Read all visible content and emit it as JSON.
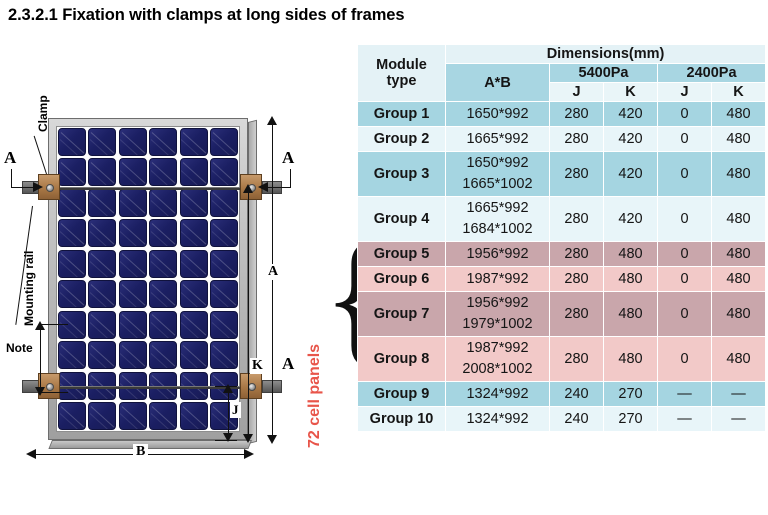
{
  "heading": "2.3.2.1 Fixation with clamps at long sides of frames",
  "diagram": {
    "labels": {
      "clamp": "Clamp",
      "mounting_rail": "Mounting rail",
      "note": "Note",
      "section_mark_left_top": "A",
      "section_mark_right_top": "A",
      "section_mark_right_bottom": "A",
      "dim_height": "A",
      "dim_width": "B",
      "dim_k": "K",
      "dim_j": "J",
      "panel_annotation": "72 cell panels"
    },
    "panel": {
      "columns": 6,
      "rows": 10
    },
    "colors": {
      "cell": "#1b1f63",
      "frame": "#bdbdbd",
      "clamp": "#a97846",
      "annotation_red": "#e8554a"
    }
  },
  "table": {
    "header": {
      "module_type": "Module type",
      "dimensions": "Dimensions(mm)",
      "ab": "A*B",
      "load_5400": "5400Pa",
      "load_2400": "2400Pa",
      "j": "J",
      "k": "K",
      "j2": "J",
      "k2": "K"
    },
    "rows": [
      {
        "group": "Group 1",
        "ab": [
          "1650*992"
        ],
        "j5400": "280",
        "k5400": "420",
        "j2400": "0",
        "k2400": "480",
        "tone": "blue-dark"
      },
      {
        "group": "Group 2",
        "ab": [
          "1665*992"
        ],
        "j5400": "280",
        "k5400": "420",
        "j2400": "0",
        "k2400": "480",
        "tone": "blue-lite"
      },
      {
        "group": "Group 3",
        "ab": [
          "1650*992",
          "1665*1002"
        ],
        "j5400": "280",
        "k5400": "420",
        "j2400": "0",
        "k2400": "480",
        "tone": "blue-dark"
      },
      {
        "group": "Group 4",
        "ab": [
          "1665*992",
          "1684*1002"
        ],
        "j5400": "280",
        "k5400": "420",
        "j2400": "0",
        "k2400": "480",
        "tone": "blue-lite"
      },
      {
        "group": "Group 5",
        "ab": [
          "1956*992"
        ],
        "j5400": "280",
        "k5400": "480",
        "j2400": "0",
        "k2400": "480",
        "tone": "pink-dark"
      },
      {
        "group": "Group 6",
        "ab": [
          "1987*992"
        ],
        "j5400": "280",
        "k5400": "480",
        "j2400": "0",
        "k2400": "480",
        "tone": "pink-lite"
      },
      {
        "group": "Group 7",
        "ab": [
          "1956*992",
          "1979*1002"
        ],
        "j5400": "280",
        "k5400": "480",
        "j2400": "0",
        "k2400": "480",
        "tone": "pink-dark"
      },
      {
        "group": "Group 8",
        "ab": [
          "1987*992",
          "2008*1002"
        ],
        "j5400": "280",
        "k5400": "480",
        "j2400": "0",
        "k2400": "480",
        "tone": "pink-lite"
      },
      {
        "group": "Group 9",
        "ab": [
          "1324*992"
        ],
        "j5400": "240",
        "k5400": "270",
        "j2400": "—",
        "k2400": "—",
        "tone": "blue-dark"
      },
      {
        "group": "Group 10",
        "ab": [
          "1324*992"
        ],
        "j5400": "240",
        "k5400": "270",
        "j2400": "—",
        "k2400": "—",
        "tone": "blue-lite"
      }
    ]
  }
}
